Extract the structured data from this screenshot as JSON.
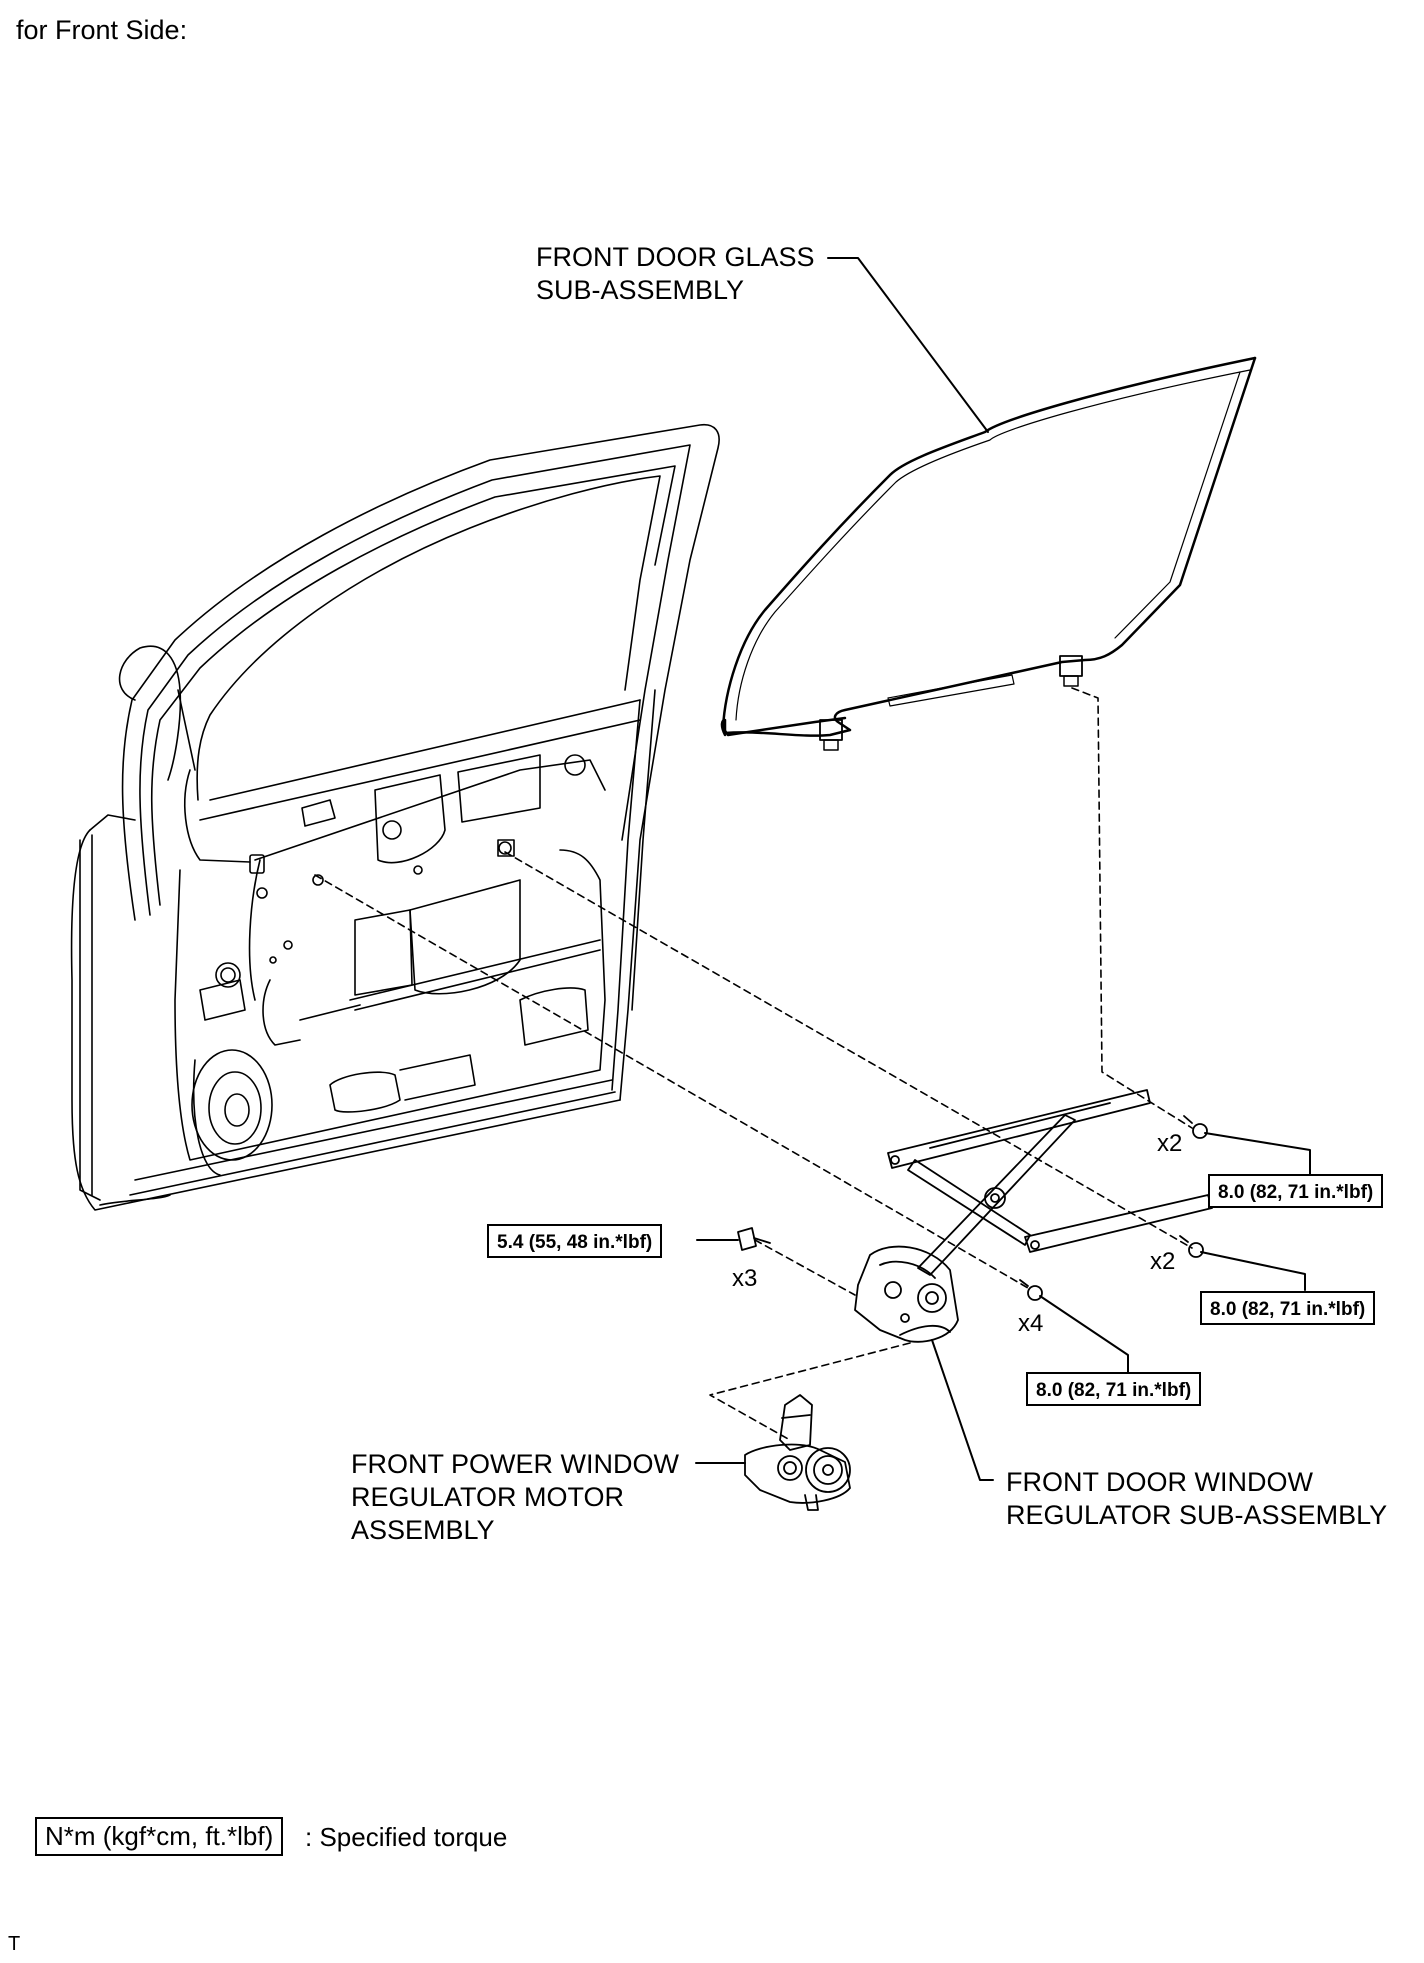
{
  "header": {
    "title": "for Front Side:"
  },
  "parts": {
    "glass": {
      "line1": "FRONT DOOR GLASS",
      "line2": "SUB-ASSEMBLY"
    },
    "motor": {
      "line1": "FRONT POWER WINDOW",
      "line2": "REGULATOR MOTOR",
      "line3": "ASSEMBLY"
    },
    "regulator": {
      "line1": "FRONT DOOR WINDOW",
      "line2": "REGULATOR SUB-ASSEMBLY"
    }
  },
  "torques": {
    "glass_bolt": "8.0 (82, 71 in.*lbf)",
    "regulator_bolt_mid": "8.0 (82, 71 in.*lbf)",
    "regulator_bolt_low": "8.0 (82, 71 in.*lbf)",
    "motor_bolt": "5.4 (55, 48 in.*lbf)"
  },
  "quantities": {
    "q1": "x2",
    "q2": "x2",
    "q3": "x4",
    "q4": "x3"
  },
  "legend": {
    "unit": "N*m (kgf*cm, ft.*lbf)",
    "text": ": Specified torque"
  },
  "footer": {
    "mark": "T"
  }
}
